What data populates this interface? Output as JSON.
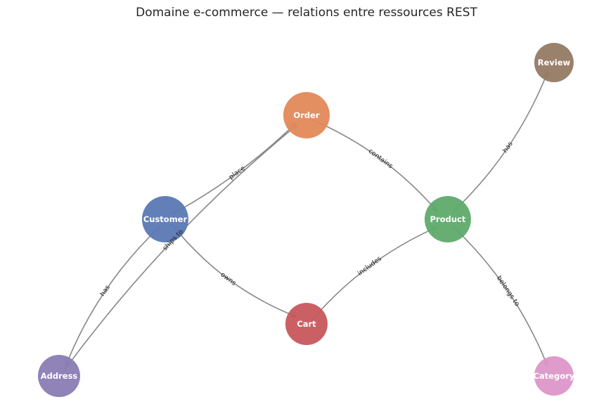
{
  "diagram": {
    "title": "Domaine e-commerce — relations entre ressources REST",
    "nodes": [
      {
        "id": "customer",
        "label": "Customer",
        "color": "#5a78b4"
      },
      {
        "id": "order",
        "label": "Order",
        "color": "#e2895a"
      },
      {
        "id": "product",
        "label": "Product",
        "color": "#5faa6a"
      },
      {
        "id": "review",
        "label": "Review",
        "color": "#957a64"
      },
      {
        "id": "cart",
        "label": "Cart",
        "color": "#c8575c"
      },
      {
        "id": "address",
        "label": "Address",
        "color": "#8a7cb4"
      },
      {
        "id": "category",
        "label": "Category",
        "color": "#dc96c8"
      }
    ],
    "edges": [
      {
        "from": "customer",
        "to": "order",
        "label": "place"
      },
      {
        "from": "address",
        "to": "order",
        "label": "ships to"
      },
      {
        "from": "customer",
        "to": "address",
        "label": "has"
      },
      {
        "from": "order",
        "to": "product",
        "label": "contains"
      },
      {
        "from": "customer",
        "to": "cart",
        "label": "owns"
      },
      {
        "from": "cart",
        "to": "product",
        "label": "includes"
      },
      {
        "from": "product",
        "to": "review",
        "label": "has"
      },
      {
        "from": "product",
        "to": "category",
        "label": "belongs to"
      }
    ]
  }
}
